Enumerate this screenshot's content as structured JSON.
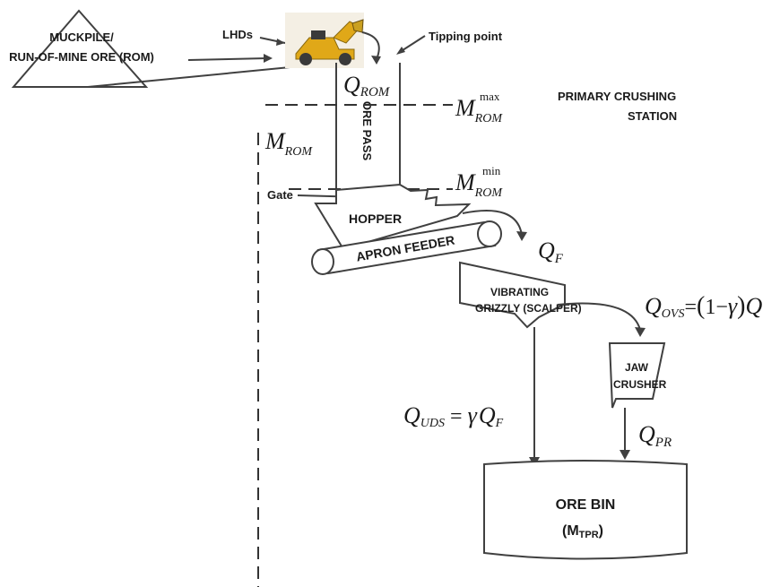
{
  "labels": {
    "muckpile_line1": "MUCKPILE/",
    "muckpile_line2": "RUN-OF-MINE ORE (ROM)",
    "lhds": "LHDs",
    "tipping_point": "Tipping point",
    "primary_line1": "PRIMARY CRUSHING",
    "primary_line2": "STATION",
    "ore_pass": "ORE PASS",
    "gate": "Gate",
    "hopper": "HOPPER",
    "apron_feeder": "APRON FEEDER",
    "grizzly_line1": "VIBRATING",
    "grizzly_line2": "GRIZZLY (SCALPER)",
    "jaw_line1": "JAW",
    "jaw_line2": "CRUSHER",
    "ore_bin_line1": "ORE BIN",
    "ore_bin_m": "(M",
    "ore_bin_sub": "TPR",
    "ore_bin_close": ")"
  },
  "math": {
    "q": "Q",
    "m": "M",
    "rom": "ROM",
    "max": "max",
    "min": "min",
    "f": "F",
    "ovs": "OVS",
    "uds": "UDS",
    "pr": "PR",
    "eq": "=",
    "gamma": "γ",
    "open_paren": "(",
    "one": "1",
    "minus": "−",
    "close_paren": ")",
    "trunc": "Q"
  },
  "colors": {
    "line": "#404040",
    "loader_body": "#e0a818",
    "loader_dark": "#3a3a3a"
  }
}
